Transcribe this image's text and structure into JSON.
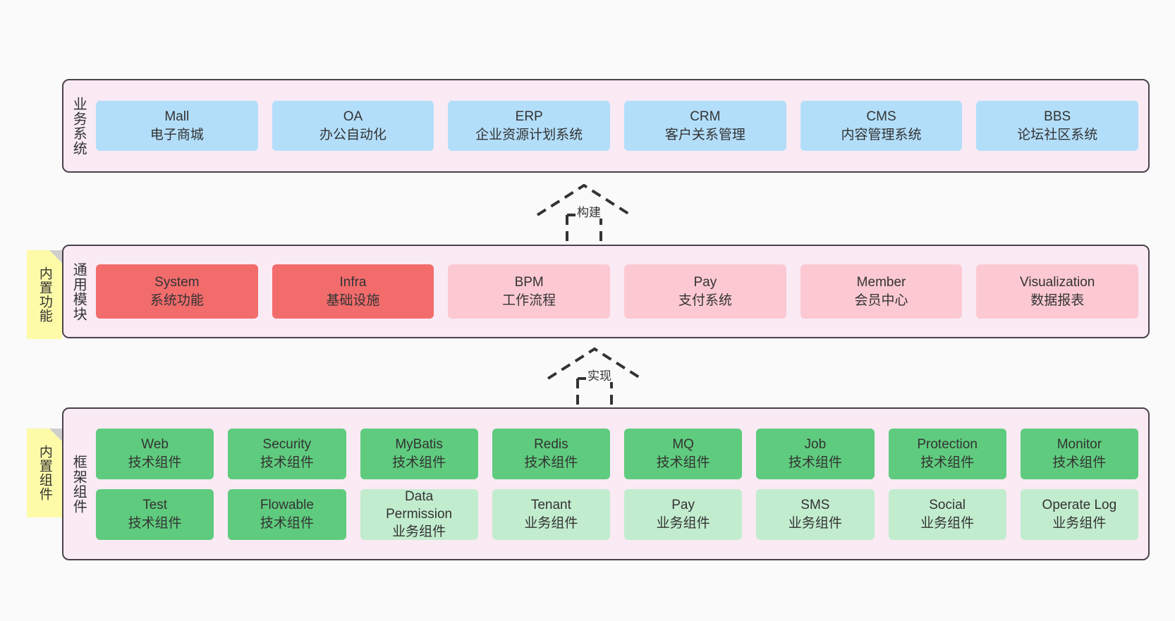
{
  "diagram": {
    "background_color": "#fafafa",
    "layer_background": "#f9eaf4",
    "layer_border_color": "#4a424c",
    "sticky_color": "#fdfaa8"
  },
  "layers": [
    {
      "id": "business",
      "title": "业务系统",
      "rows": [
        {
          "cells": [
            {
              "l1": "Mall",
              "l2": "电子商城",
              "color": "#b3defa",
              "variant": "c-blue"
            },
            {
              "l1": "OA",
              "l2": "办公自动化",
              "color": "#b3defa",
              "variant": "c-blue"
            },
            {
              "l1": "ERP",
              "l2": "企业资源计划系统",
              "color": "#b3defa",
              "variant": "c-blue"
            },
            {
              "l1": "CRM",
              "l2": "客户关系管理",
              "color": "#b3defa",
              "variant": "c-blue"
            },
            {
              "l1": "CMS",
              "l2": "内容管理系统",
              "color": "#b3defa",
              "variant": "c-blue"
            },
            {
              "l1": "BBS",
              "l2": "论坛社区系统",
              "color": "#b3defa",
              "variant": "c-blue"
            }
          ]
        }
      ]
    },
    {
      "id": "common",
      "title": "通用模块",
      "sticky": "内置功能",
      "rows": [
        {
          "cells": [
            {
              "l1": "System",
              "l2": "系统功能",
              "color": "#f26c6c",
              "variant": "c-red"
            },
            {
              "l1": "Infra",
              "l2": "基础设施",
              "color": "#f26c6c",
              "variant": "c-red"
            },
            {
              "l1": "BPM",
              "l2": "工作流程",
              "color": "#fcc9d2",
              "variant": "c-pink"
            },
            {
              "l1": "Pay",
              "l2": "支付系统",
              "color": "#fcc9d2",
              "variant": "c-pink"
            },
            {
              "l1": "Member",
              "l2": "会员中心",
              "color": "#fcc9d2",
              "variant": "c-pink"
            },
            {
              "l1": "Visualization",
              "l2": "数据报表",
              "color": "#fcc9d2",
              "variant": "c-pink"
            }
          ]
        }
      ]
    },
    {
      "id": "framework",
      "title": "框架组件",
      "sticky": "内置组件",
      "rows": [
        {
          "cells": [
            {
              "l1": "Web",
              "l2": "技术组件",
              "color": "#5fcb7e",
              "variant": "c-green"
            },
            {
              "l1": "Security",
              "l2": "技术组件",
              "color": "#5fcb7e",
              "variant": "c-green"
            },
            {
              "l1": "MyBatis",
              "l2": "技术组件",
              "color": "#5fcb7e",
              "variant": "c-green"
            },
            {
              "l1": "Redis",
              "l2": "技术组件",
              "color": "#5fcb7e",
              "variant": "c-green"
            },
            {
              "l1": "MQ",
              "l2": "技术组件",
              "color": "#5fcb7e",
              "variant": "c-green"
            },
            {
              "l1": "Job",
              "l2": "技术组件",
              "color": "#5fcb7e",
              "variant": "c-green"
            },
            {
              "l1": "Protection",
              "l2": "技术组件",
              "color": "#5fcb7e",
              "variant": "c-green"
            },
            {
              "l1": "Monitor",
              "l2": "技术组件",
              "color": "#5fcb7e",
              "variant": "c-green"
            }
          ]
        },
        {
          "cells": [
            {
              "l1": "Test",
              "l2": "技术组件",
              "color": "#5fcb7e",
              "variant": "c-green"
            },
            {
              "l1": "Flowable",
              "l2": "技术组件",
              "color": "#5fcb7e",
              "variant": "c-green"
            },
            {
              "l1": "Data",
              "l2": "Permission",
              "l3": "业务组件",
              "color": "#c2ecce",
              "variant": "c-greenlight"
            },
            {
              "l1": "Tenant",
              "l2": "业务组件",
              "color": "#c2ecce",
              "variant": "c-greenlight"
            },
            {
              "l1": "Pay",
              "l2": "业务组件",
              "color": "#c2ecce",
              "variant": "c-greenlight"
            },
            {
              "l1": "SMS",
              "l2": "业务组件",
              "color": "#c2ecce",
              "variant": "c-greenlight"
            },
            {
              "l1": "Social",
              "l2": "业务组件",
              "color": "#c2ecce",
              "variant": "c-greenlight"
            },
            {
              "l1": "Operate Log",
              "l2": "业务组件",
              "color": "#c2ecce",
              "variant": "c-greenlight"
            }
          ]
        }
      ]
    }
  ],
  "arrows": [
    {
      "id": "build",
      "label": "构建",
      "style": "dashed-generalization"
    },
    {
      "id": "implement",
      "label": "实现",
      "style": "dashed-generalization"
    }
  ]
}
